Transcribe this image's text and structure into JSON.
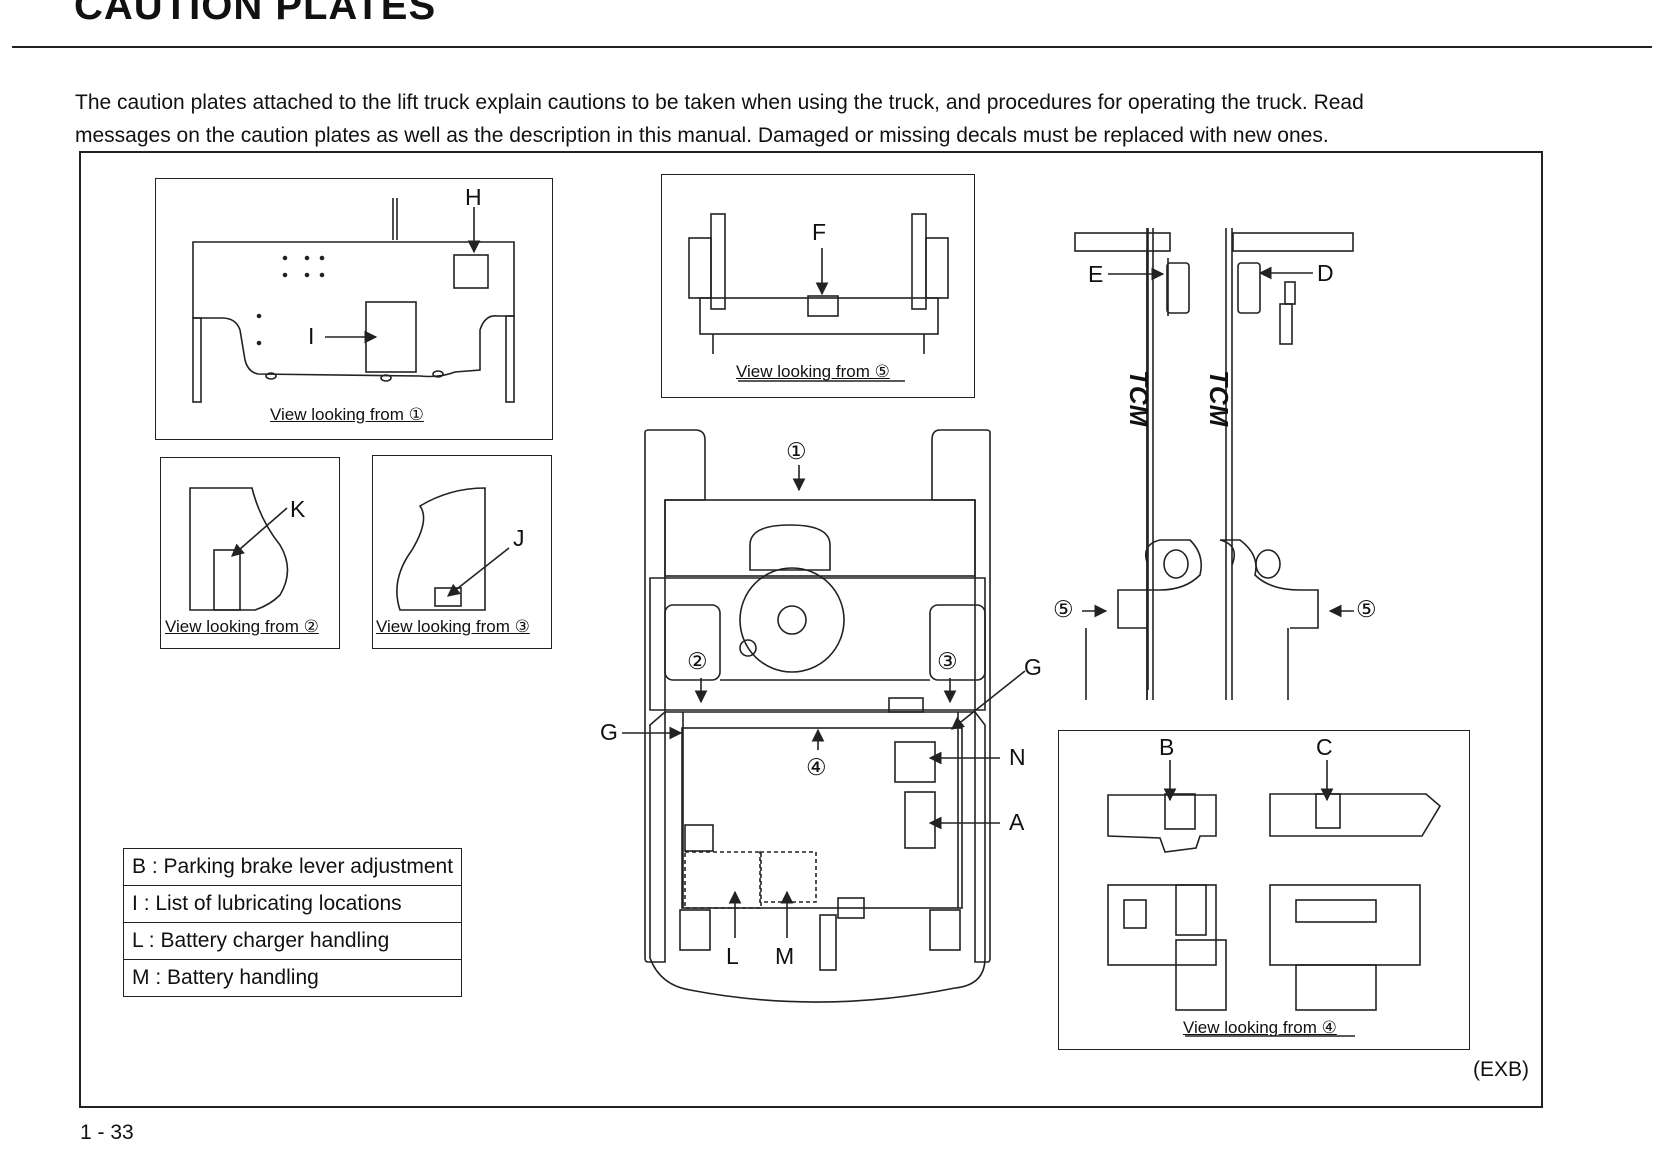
{
  "header": {
    "title": "CAUTION PLATES"
  },
  "intro": {
    "line1": "The caution plates attached to the lift truck explain cautions to be taken when using the truck, and procedures for operating the truck. Read",
    "line2": "messages on the caution plates as well as the description in this manual. Damaged or missing decals must be replaced with new ones."
  },
  "views": {
    "view1": "View looking from ①",
    "view2": "View looking from ②",
    "view3": "View looking from ③",
    "view4": "View looking from ④",
    "view5": "View looking from ⑤"
  },
  "labels": {
    "A": "A",
    "B": "B",
    "C": "C",
    "D": "D",
    "E": "E",
    "F": "F",
    "G": "G",
    "H": "H",
    "I": "I",
    "J": "J",
    "K": "K",
    "L": "L",
    "M": "M",
    "N": "N",
    "c1": "①",
    "c2": "②",
    "c3": "③",
    "c4": "④",
    "c5": "⑤",
    "mast_logo": "TCM"
  },
  "legend": [
    {
      "key": "B",
      "sep": ":",
      "text": "Parking brake lever adjustment"
    },
    {
      "key": "I",
      "sep": ":",
      "text": "List of lubricating locations"
    },
    {
      "key": "L",
      "sep": ":",
      "text": "Battery charger handling"
    },
    {
      "key": "M",
      "sep": ":",
      "text": "Battery handling"
    }
  ],
  "footer": {
    "model_code": "(EXB)",
    "page_number": "1 - 33"
  }
}
